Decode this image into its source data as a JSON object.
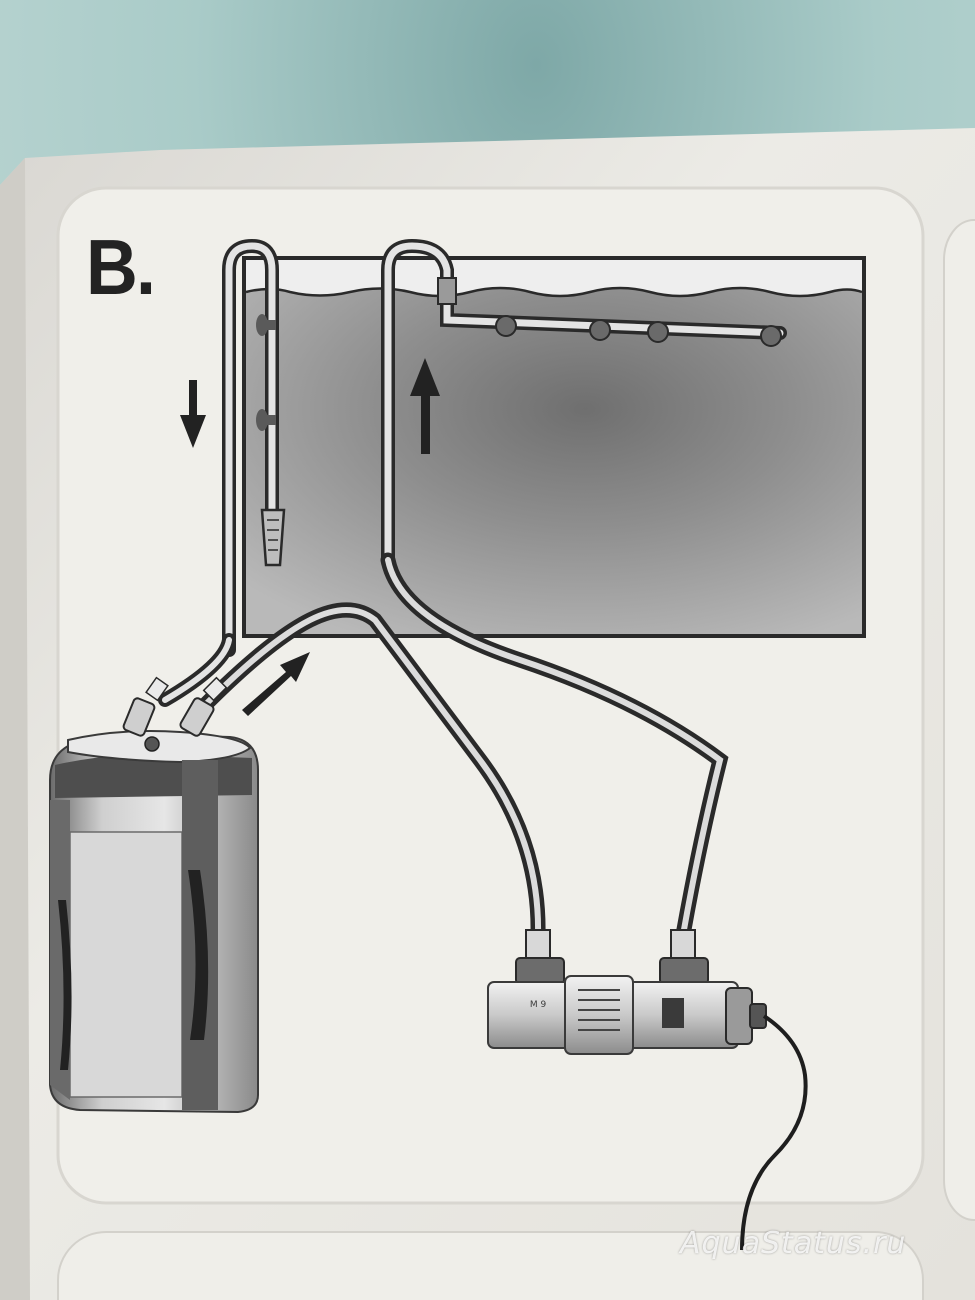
{
  "step": {
    "label": "B."
  },
  "watermark": {
    "text": "AquaStatus.ru"
  },
  "device_print": {
    "line1": "M 9",
    "line2": "",
    "note": "flow direction arrows shown on diagram"
  },
  "colors": {
    "background_cloth": "#9fc2bf",
    "paper": "#ebe9e3",
    "ink": "#232323",
    "water": "#9a9a9a"
  },
  "icons": {
    "down_arrow": "down-arrow-icon",
    "up_arrow": "up-arrow-icon",
    "diagonal_arrow": "diagonal-arrow-icon"
  }
}
